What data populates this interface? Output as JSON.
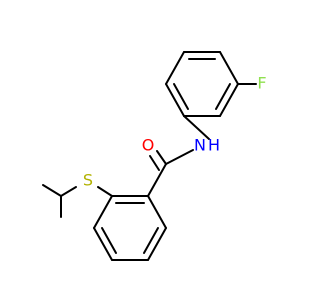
{
  "molecule": {
    "atoms": {
      "O": "O",
      "N": "N",
      "H": "H",
      "F": "F",
      "S": "S"
    },
    "colors": {
      "O": "#ff0000",
      "N": "#0000ff",
      "F": "#90e050",
      "S": "#b2b200",
      "bond": "#000000"
    }
  }
}
